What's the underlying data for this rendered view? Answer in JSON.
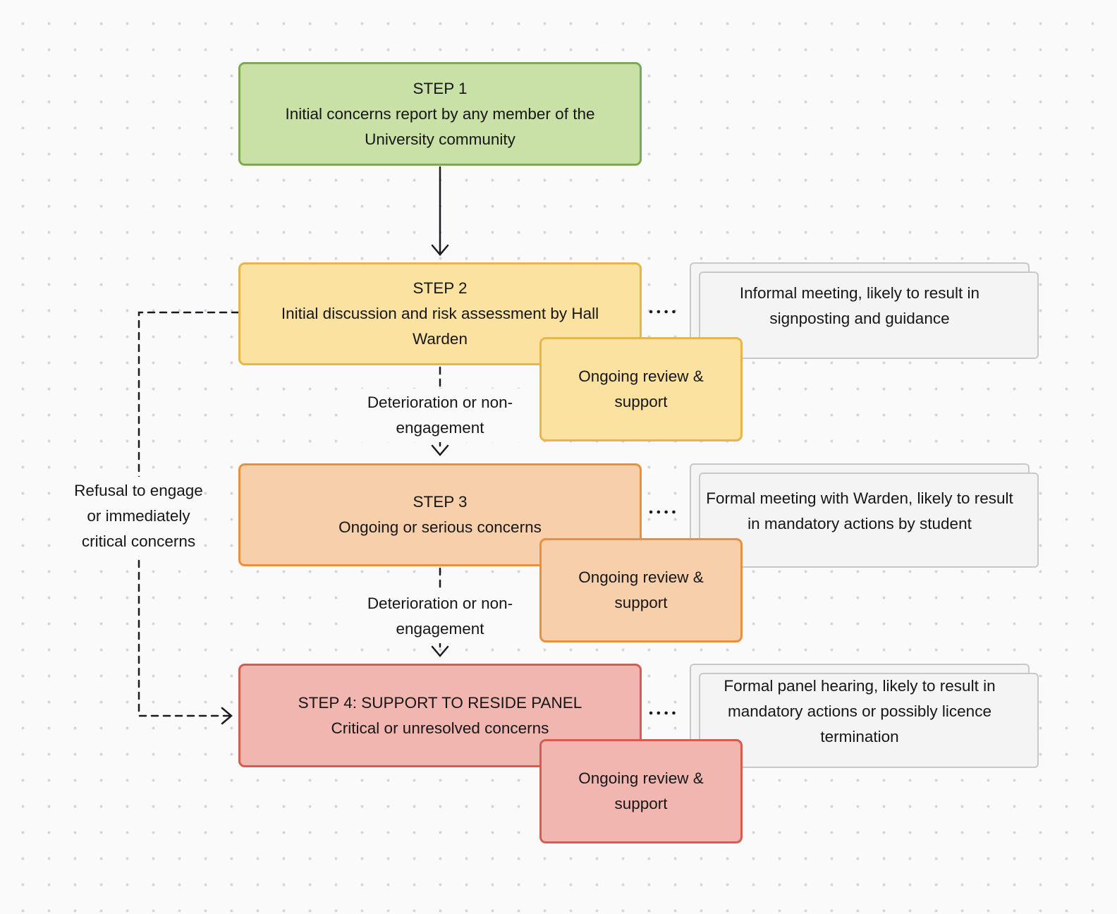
{
  "palette": {
    "background": "#fafafa",
    "dot_grid": "#d5d5d5",
    "connector": "#1a1a22",
    "text": "#161616",
    "note_fill": "#f4f4f4",
    "note_border": "#c8c8c8"
  },
  "steps": [
    {
      "title": "STEP 1",
      "body": "Initial concerns report by any member of the University community",
      "fill": "#c9e0a6",
      "border": "#7ea757"
    },
    {
      "title": "STEP 2",
      "body": "Initial discussion and risk assessment by Hall Warden",
      "fill": "#fbe2a0",
      "border": "#e6b54b"
    },
    {
      "title": "STEP 3",
      "body": "Ongoing or serious concerns",
      "fill": "#f8cfab",
      "border": "#e9903e"
    },
    {
      "title": "STEP 4: SUPPORT TO RESIDE PANEL",
      "body": "Critical or unresolved concerns",
      "fill": "#f1b6b0",
      "border": "#d55c50"
    }
  ],
  "notes": [
    {
      "text": "Informal meeting, likely to result in signposting and guidance"
    },
    {
      "text": "Formal meeting with Warden, likely to result in mandatory actions by student"
    },
    {
      "text": "Formal panel hearing, likely to result in mandatory actions or possibly licence termination"
    }
  ],
  "ongoing": [
    {
      "label": "Ongoing review & support",
      "fill": "#fbe2a0",
      "border": "#e6b54b"
    },
    {
      "label": "Ongoing review & support",
      "fill": "#f8cfab",
      "border": "#e9903e"
    },
    {
      "label": "Ongoing review & support",
      "fill": "#f1b6b0",
      "border": "#d55c50"
    }
  ],
  "edge_labels": {
    "deterioration_1": "Deterioration or non-engagement",
    "deterioration_2": "Deterioration or non-engagement",
    "refusal": "Refusal to engage or immediately critical concerns"
  }
}
